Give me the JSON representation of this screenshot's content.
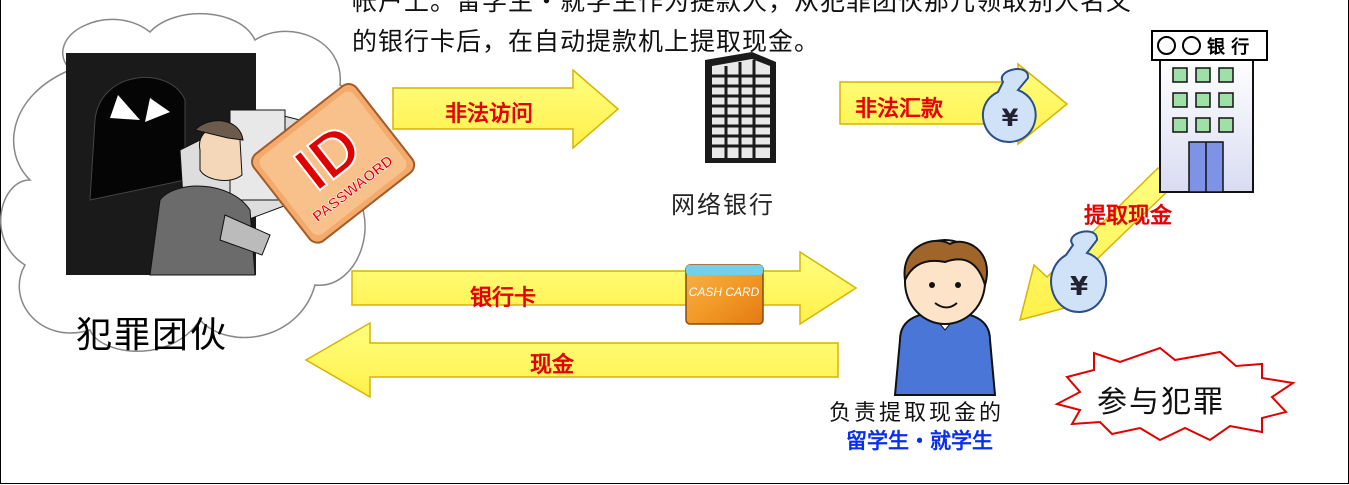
{
  "caption": {
    "line1": "帐户上。留学生・就学生作为提款人，从犯罪团伙那儿领取别人名义",
    "line2": "的银行卡后，在自动提款机上提取现金。"
  },
  "gang": {
    "label": "犯罪团伙",
    "id_card_big": "ID",
    "id_card_small": "PASSWAORD"
  },
  "arrows": {
    "illegal_access": "非法访问",
    "illegal_transfer": "非法汇款",
    "withdraw_cash": "提取现金",
    "bank_card": "银行卡",
    "cash": "现金"
  },
  "net_bank": {
    "label": "网络银行"
  },
  "bank_sign": {
    "label": "银 行"
  },
  "cash_card": {
    "text": "CASH CARD"
  },
  "yen_symbol": "¥",
  "person": {
    "line1": "负责提取现金的",
    "line2": "留学生・就学生"
  },
  "crime": {
    "label": "参与犯罪"
  },
  "colors": {
    "arrow_fill": "#ffff66",
    "arrow_stroke": "#d9b300",
    "arrow_text": "#e60000",
    "students_text": "#0a2ef0"
  }
}
